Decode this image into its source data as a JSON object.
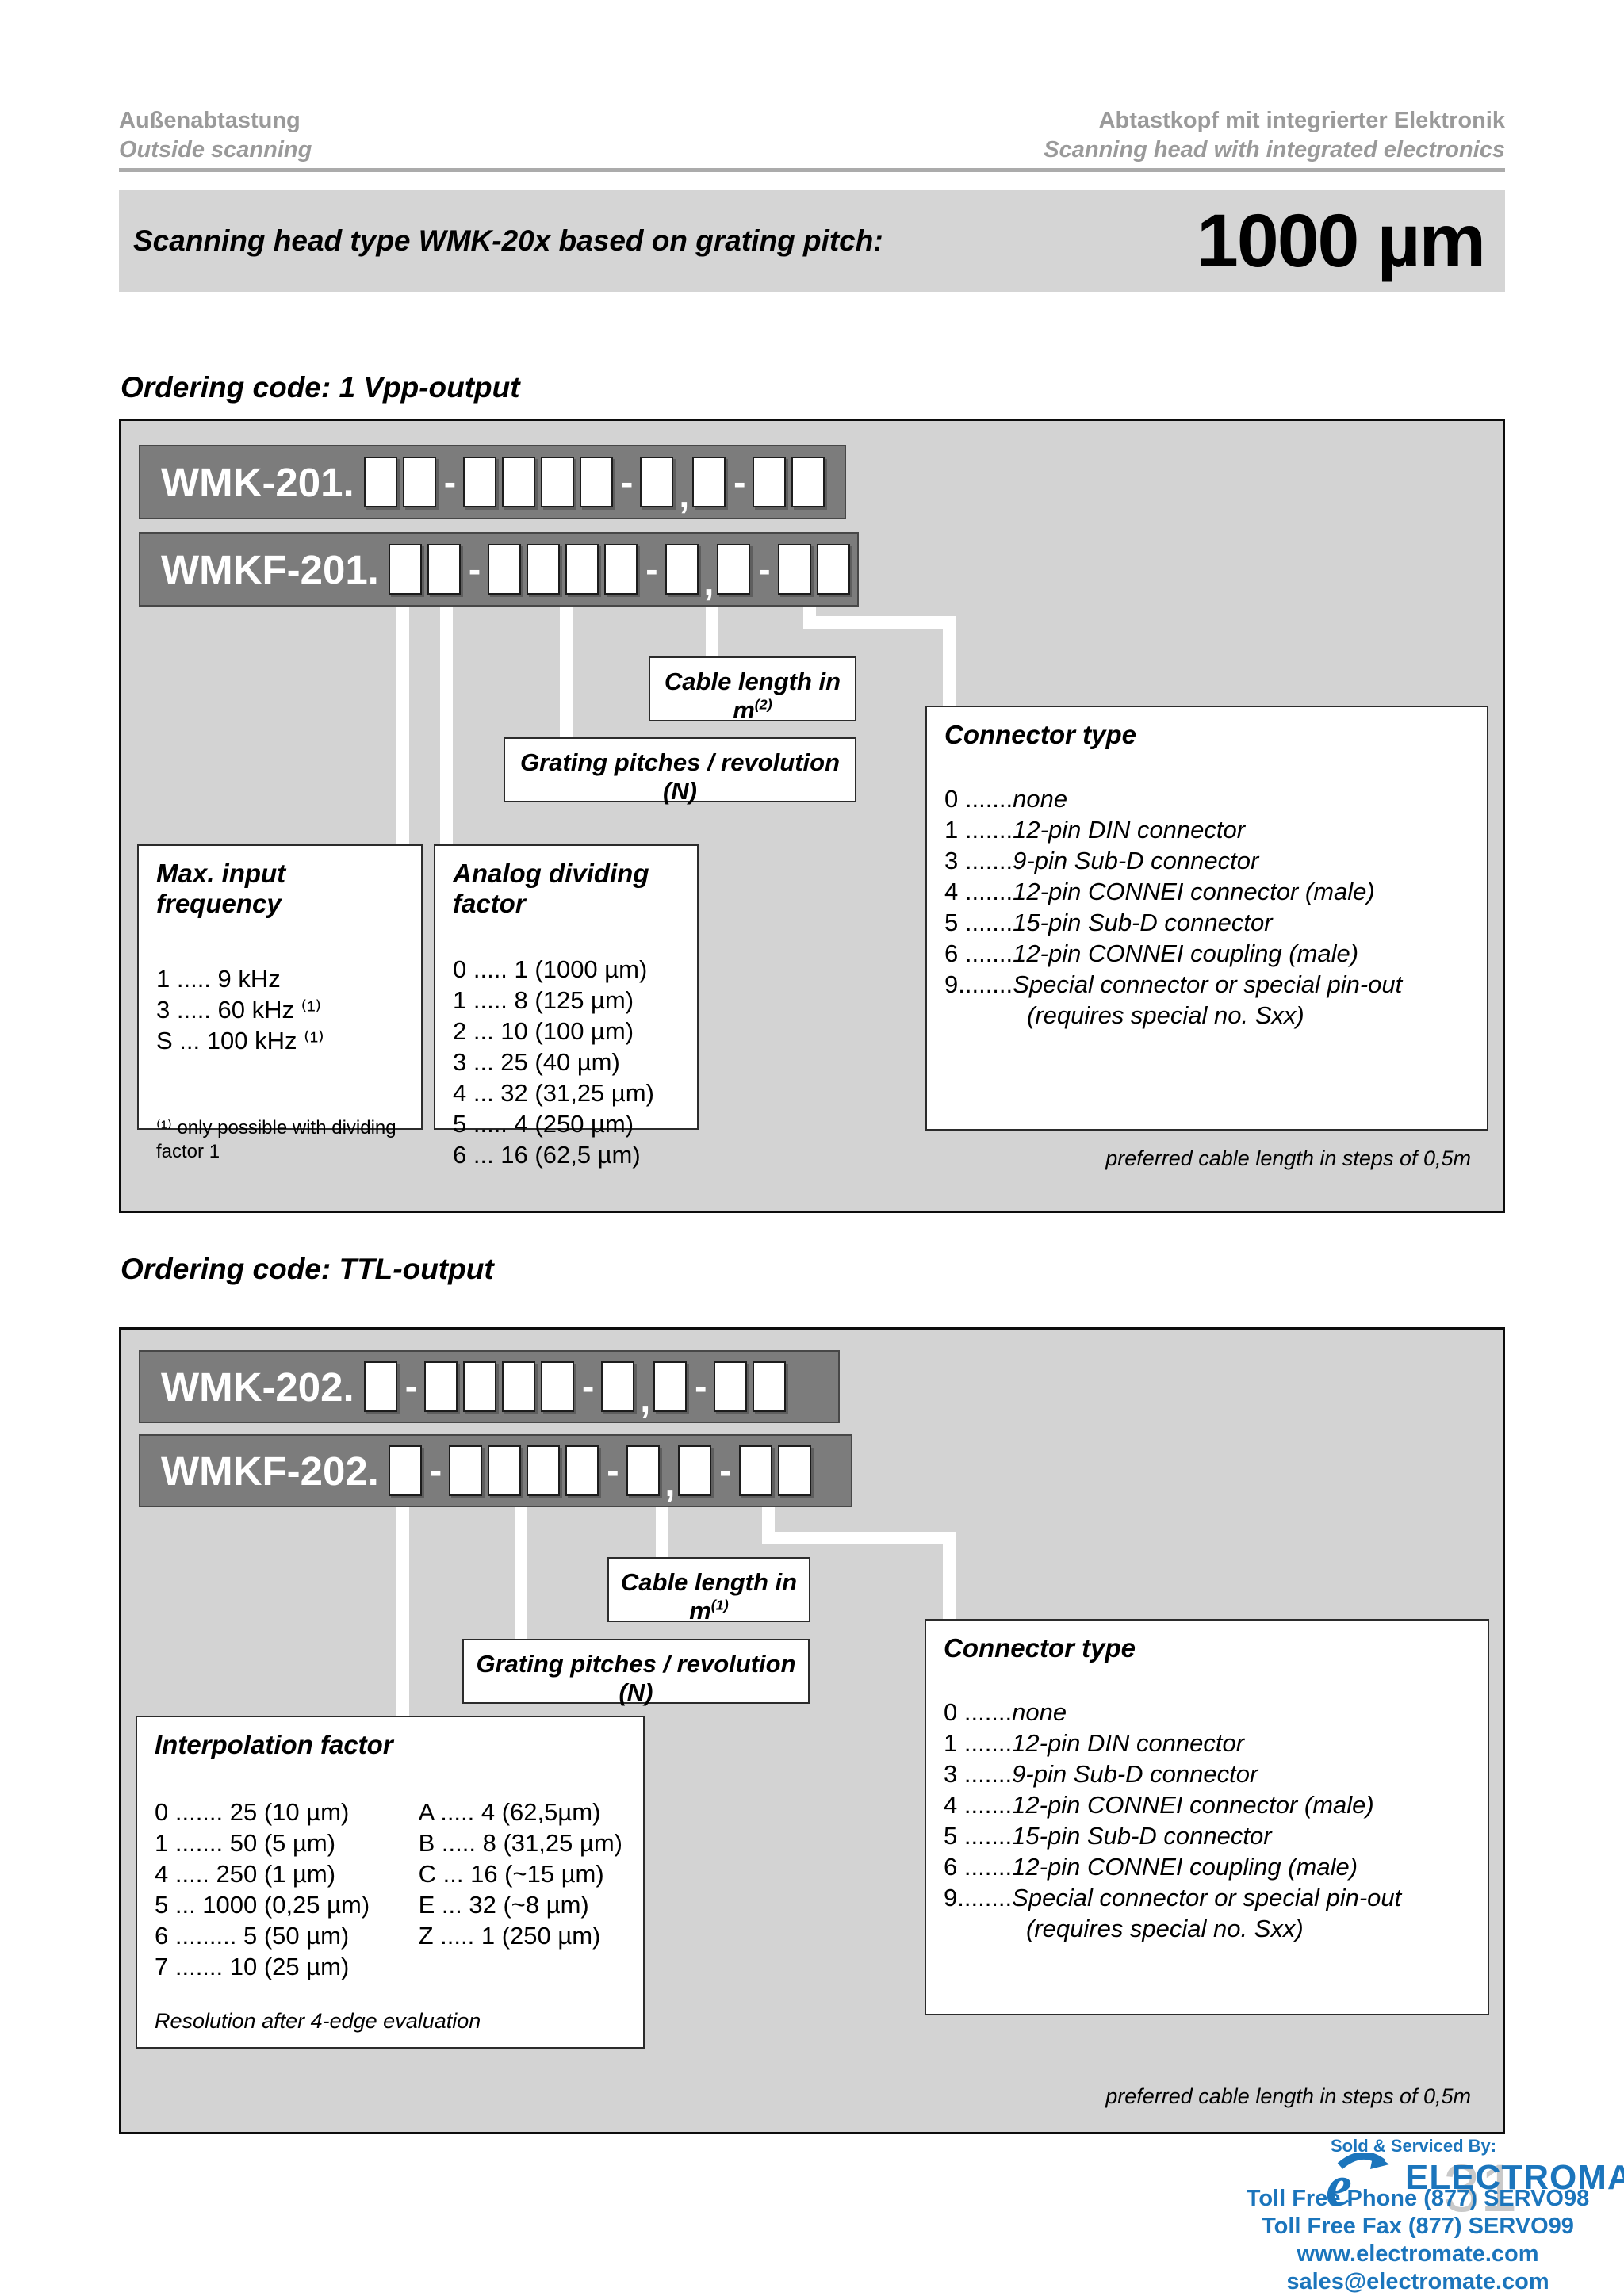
{
  "header": {
    "left_title": "Außenabtastung",
    "left_subtitle": "Outside scanning",
    "right_title": "Abtastkopf mit integrierter Elektronik",
    "right_subtitle": "Scanning head with integrated electronics"
  },
  "banner": {
    "label": "Scanning head type WMK-20x based on grating pitch:",
    "value": "1000 µm"
  },
  "sep": {
    "dash": "-",
    "comma": ","
  },
  "s1": {
    "heading": "Ordering code: 1 Vpp-output",
    "row1_prefix": "WMK-201.",
    "row2_prefix": "WMKF-201.",
    "cable_label": "Cable length in m",
    "cable_sup": "(2)",
    "grating_label": "Grating pitches / revolution (N)",
    "freq": {
      "title": "Max. input frequency",
      "items": [
        "1 ..... 9 kHz",
        "3 ..... 60 kHz ⁽¹⁾",
        "S ... 100 kHz ⁽¹⁾"
      ],
      "footnote": "⁽¹⁾ only possible with dividing factor 1"
    },
    "analog": {
      "title": "Analog dividing factor",
      "items": [
        "0 ..... 1 (1000 µm)",
        "1 ..... 8 (125 µm)",
        "2 ... 10 (100 µm)",
        "3 ... 25 (40 µm)",
        "4 ... 32 (31,25 µm)",
        "5 ..... 4 (250 µm)",
        "6 ... 16 (62,5 µm)"
      ]
    },
    "connector": {
      "title": "Connector type",
      "items": [
        {
          "code": "0 .......",
          "desc": "none"
        },
        {
          "code": "1 .......",
          "desc": "12-pin DIN connector"
        },
        {
          "code": "3 .......",
          "desc": "9-pin Sub-D connector"
        },
        {
          "code": "4 .......",
          "desc": "12-pin CONNEI connector (male)"
        },
        {
          "code": "5 .......",
          "desc": "15-pin Sub-D connector"
        },
        {
          "code": "6 .......",
          "desc": "12-pin CONNEI coupling (male)"
        },
        {
          "code": "9........",
          "desc": "Special connector or special pin-out"
        },
        {
          "code": "",
          "desc": "(requires special no. Sxx)"
        }
      ]
    },
    "footnote": "preferred cable length in steps of 0,5m"
  },
  "s2": {
    "heading": "Ordering code: TTL-output",
    "row1_prefix": "WMK-202.",
    "row2_prefix": "WMKF-202.",
    "cable_label": "Cable length in m",
    "cable_sup": "(1)",
    "grating_label": "Grating pitches / revolution (N)",
    "interp": {
      "title": "Interpolation factor",
      "col1": [
        "0 ....... 25 (10 µm)",
        "1 ....... 50 (5 µm)",
        "4 ..... 250 (1 µm)",
        "5 ... 1000 (0,25 µm)",
        "6 ......... 5 (50 µm)",
        "7 ....... 10 (25 µm)"
      ],
      "col2": [
        "A ..... 4 (62,5µm)",
        "B ..... 8 (31,25 µm)",
        "C ... 16 (~15 µm)",
        "E ... 32 (~8 µm)",
        "Z ..... 1 (250 µm)"
      ],
      "footnote": "Resolution after 4-edge evaluation"
    },
    "connector": {
      "title": "Connector type",
      "items": [
        {
          "code": "0 .......",
          "desc": "none"
        },
        {
          "code": "1 .......",
          "desc": "12-pin DIN connector"
        },
        {
          "code": "3 .......",
          "desc": "9-pin Sub-D connector"
        },
        {
          "code": "4 .......",
          "desc": "12-pin CONNEI connector (male)"
        },
        {
          "code": "5 .......",
          "desc": "15-pin Sub-D connector"
        },
        {
          "code": "6 .......",
          "desc": "12-pin CONNEI coupling (male)"
        },
        {
          "code": "9........",
          "desc": "Special connector or special pin-out"
        },
        {
          "code": "",
          "desc": "(requires special no. Sxx)"
        }
      ]
    },
    "footnote": "preferred cable length in steps of 0,5m"
  },
  "footer": {
    "sold_by": "Sold & Serviced By:",
    "brand": "ELECTROMATE",
    "lines": [
      "Toll Free Phone  (877) SERVO98",
      "Toll Free Fax  (877) SERVO99",
      "www.electromate.com",
      "sales@electromate.com"
    ],
    "accent": "#1b75bc"
  },
  "page_number": "31"
}
